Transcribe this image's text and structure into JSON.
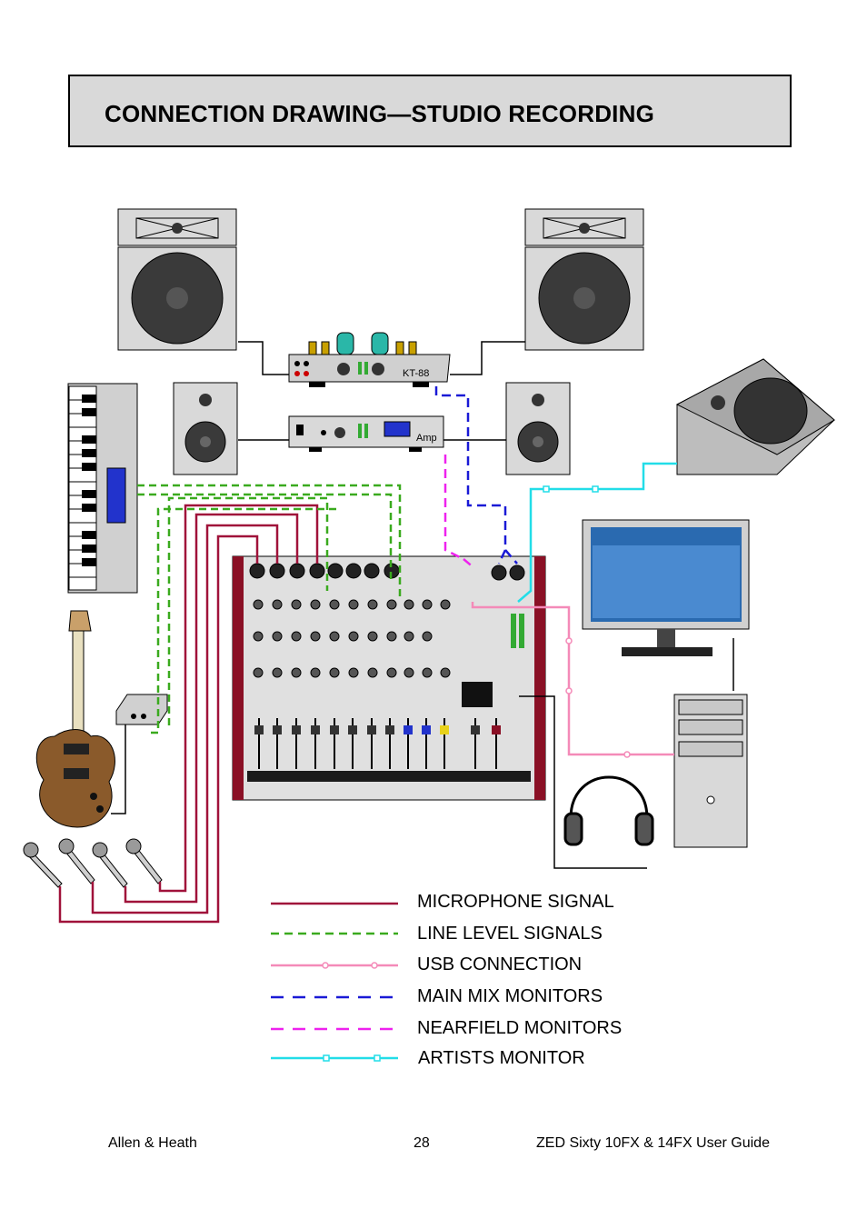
{
  "header": {
    "title": "CONNECTION DRAWING—STUDIO RECORDING"
  },
  "devices": {
    "power_amp_label": "KT-88",
    "amp_label": "Amp"
  },
  "legend": [
    {
      "label": "MICROPHONE SIGNAL",
      "color": "#a0123a",
      "style": "solid"
    },
    {
      "label": "LINE LEVEL SIGNALS",
      "color": "#3aaa1e",
      "style": "dashed"
    },
    {
      "label": "USB CONNECTION",
      "color": "#f48ab8",
      "style": "solid-nodes"
    },
    {
      "label": "MAIN MIX MONITORS",
      "color": "#1a1ad6",
      "style": "dashed"
    },
    {
      "label": "NEARFIELD MONITORS",
      "color": "#ee22ee",
      "style": "dashed"
    },
    {
      "label": "ARTISTS MONITOR",
      "color": "#22dde8",
      "style": "solid-nodes"
    }
  ],
  "footer": {
    "left": "Allen & Heath",
    "center": "28",
    "right": "ZED Sixty 10FX & 14FX  User Guide"
  }
}
